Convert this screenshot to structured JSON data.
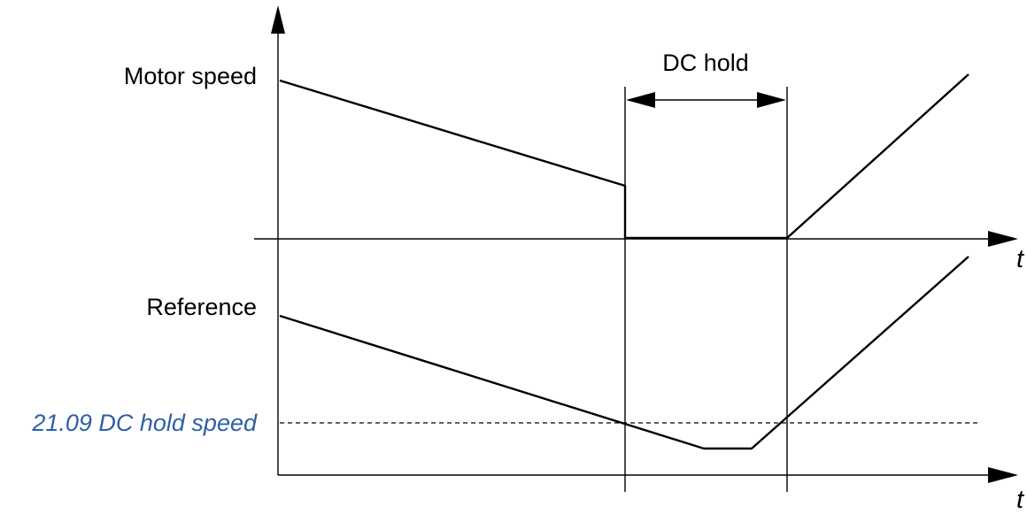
{
  "labels": {
    "motor_speed": "Motor speed",
    "dc_hold": "DC hold",
    "reference": "Reference",
    "dc_hold_speed": "21.09 DC hold speed",
    "time_axis_upper": "t",
    "time_axis_lower": "t"
  },
  "colors": {
    "line": "#000000",
    "parameter_text": "#2f5fa8",
    "background": "#ffffff"
  }
}
